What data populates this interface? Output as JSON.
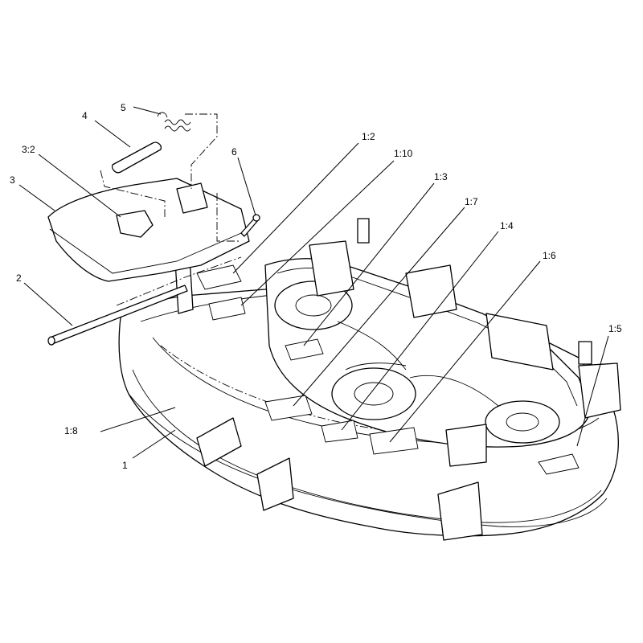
{
  "callouts": [
    {
      "id": "c5",
      "label": "5"
    },
    {
      "id": "c4",
      "label": "4"
    },
    {
      "id": "c3-2",
      "label": "3:2"
    },
    {
      "id": "c3",
      "label": "3"
    },
    {
      "id": "c6",
      "label": "6"
    },
    {
      "id": "c1-2",
      "label": "1:2"
    },
    {
      "id": "c1-10",
      "label": "1:10"
    },
    {
      "id": "c1-3",
      "label": "1:3"
    },
    {
      "id": "c1-7",
      "label": "1:7"
    },
    {
      "id": "c1-4",
      "label": "1:4"
    },
    {
      "id": "c1-6",
      "label": "1:6"
    },
    {
      "id": "c1-5",
      "label": "1:5"
    },
    {
      "id": "c2",
      "label": "2"
    },
    {
      "id": "c1-8",
      "label": "1:8"
    },
    {
      "id": "c1",
      "label": "1"
    }
  ]
}
